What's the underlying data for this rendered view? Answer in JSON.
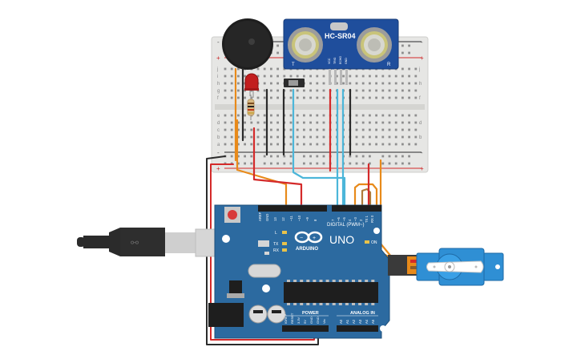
{
  "sensor": {
    "model": "HC-SR04",
    "left_letter": "T",
    "right_letter": "R",
    "pins": [
      "VCC",
      "TRIG",
      "ECHO",
      "GND"
    ]
  },
  "arduino": {
    "logo_text": "ARDUINO",
    "model": "UNO",
    "digital_label": "DIGITAL (PWM~)",
    "power_label": "POWER",
    "analog_label": "ANALOG IN",
    "led_l": "L",
    "led_tx": "TX",
    "led_rx": "RX",
    "led_on": "ON",
    "top_pins": [
      "AREF",
      "GND",
      "13",
      "12",
      "~11",
      "~10",
      "~9",
      "8",
      "7",
      "~6",
      "~5",
      "4",
      "~3",
      "2",
      "TX 1",
      "RX 0"
    ],
    "power_pins": [
      "IOREF",
      "RESET",
      "3.3V",
      "5V",
      "GND",
      "GND",
      "Vin"
    ],
    "analog_pins": [
      "A0",
      "A1",
      "A2",
      "A3",
      "A4",
      "A5"
    ]
  },
  "breadboard": {
    "row_letters_top": [
      "j",
      "i",
      "h",
      "g",
      "f"
    ],
    "row_letters_bottom": [
      "e",
      "d",
      "c",
      "b",
      "a"
    ],
    "rail_plus": "+",
    "rail_minus": "-"
  },
  "colors": {
    "wire_red": "#d42a2a",
    "wire_black": "#2b2b2b",
    "wire_orange": "#e88a1a",
    "wire_cyan": "#4cb6d9",
    "wire_brown": "#b07a3a",
    "arduino_blue": "#2c6aa0",
    "sensor_blue": "#1f4e9c",
    "servo_blue": "#2f8fd4"
  }
}
